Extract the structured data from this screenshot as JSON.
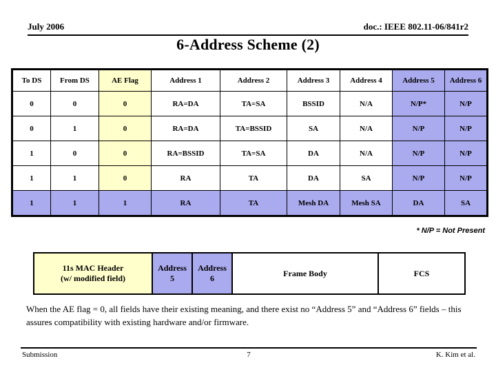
{
  "header": {
    "date": "July 2006",
    "doc": "doc.: IEEE 802.11-06/841r2"
  },
  "title": "6-Address Scheme (2)",
  "table": {
    "columns": [
      "To DS",
      "From DS",
      "AE Flag",
      "Address 1",
      "Address 2",
      "Address 3",
      "Address 4",
      "Address 5",
      "Address 6"
    ],
    "rows": [
      [
        "0",
        "0",
        "0",
        "RA=DA",
        "TA=SA",
        "BSSID",
        "N/A",
        "N/P*",
        "N/P"
      ],
      [
        "0",
        "1",
        "0",
        "RA=DA",
        "TA=BSSID",
        "SA",
        "N/A",
        "N/P",
        "N/P"
      ],
      [
        "1",
        "0",
        "0",
        "RA=BSSID",
        "TA=SA",
        "DA",
        "N/A",
        "N/P",
        "N/P"
      ],
      [
        "1",
        "1",
        "0",
        "RA",
        "TA",
        "DA",
        "SA",
        "N/P",
        "N/P"
      ],
      [
        "1",
        "1",
        "1",
        "RA",
        "TA",
        "Mesh DA",
        "Mesh SA",
        "DA",
        "SA"
      ]
    ]
  },
  "footnote": "* N/P = Not Present",
  "frame_diagram": {
    "mac_header_line1": "11s MAC Header",
    "mac_header_line2": "(w/ modified field)",
    "address5_line1": "Address",
    "address5_line2": "5",
    "address6_line1": "Address",
    "address6_line2": "6",
    "frame_body": "Frame Body",
    "fcs": "FCS"
  },
  "body_text": "When the AE flag = 0, all fields have their existing meaning, and there exist no “Address 5” and “Address 6” fields – this assures compatibility with existing hardware and/or firmware.",
  "footer": {
    "left": "Submission",
    "page": "7",
    "right": "K. Kim et al."
  },
  "colors": {
    "highlight_yellow": "#ffffcc",
    "highlight_purple": "#aaaaee",
    "border": "#000000"
  }
}
